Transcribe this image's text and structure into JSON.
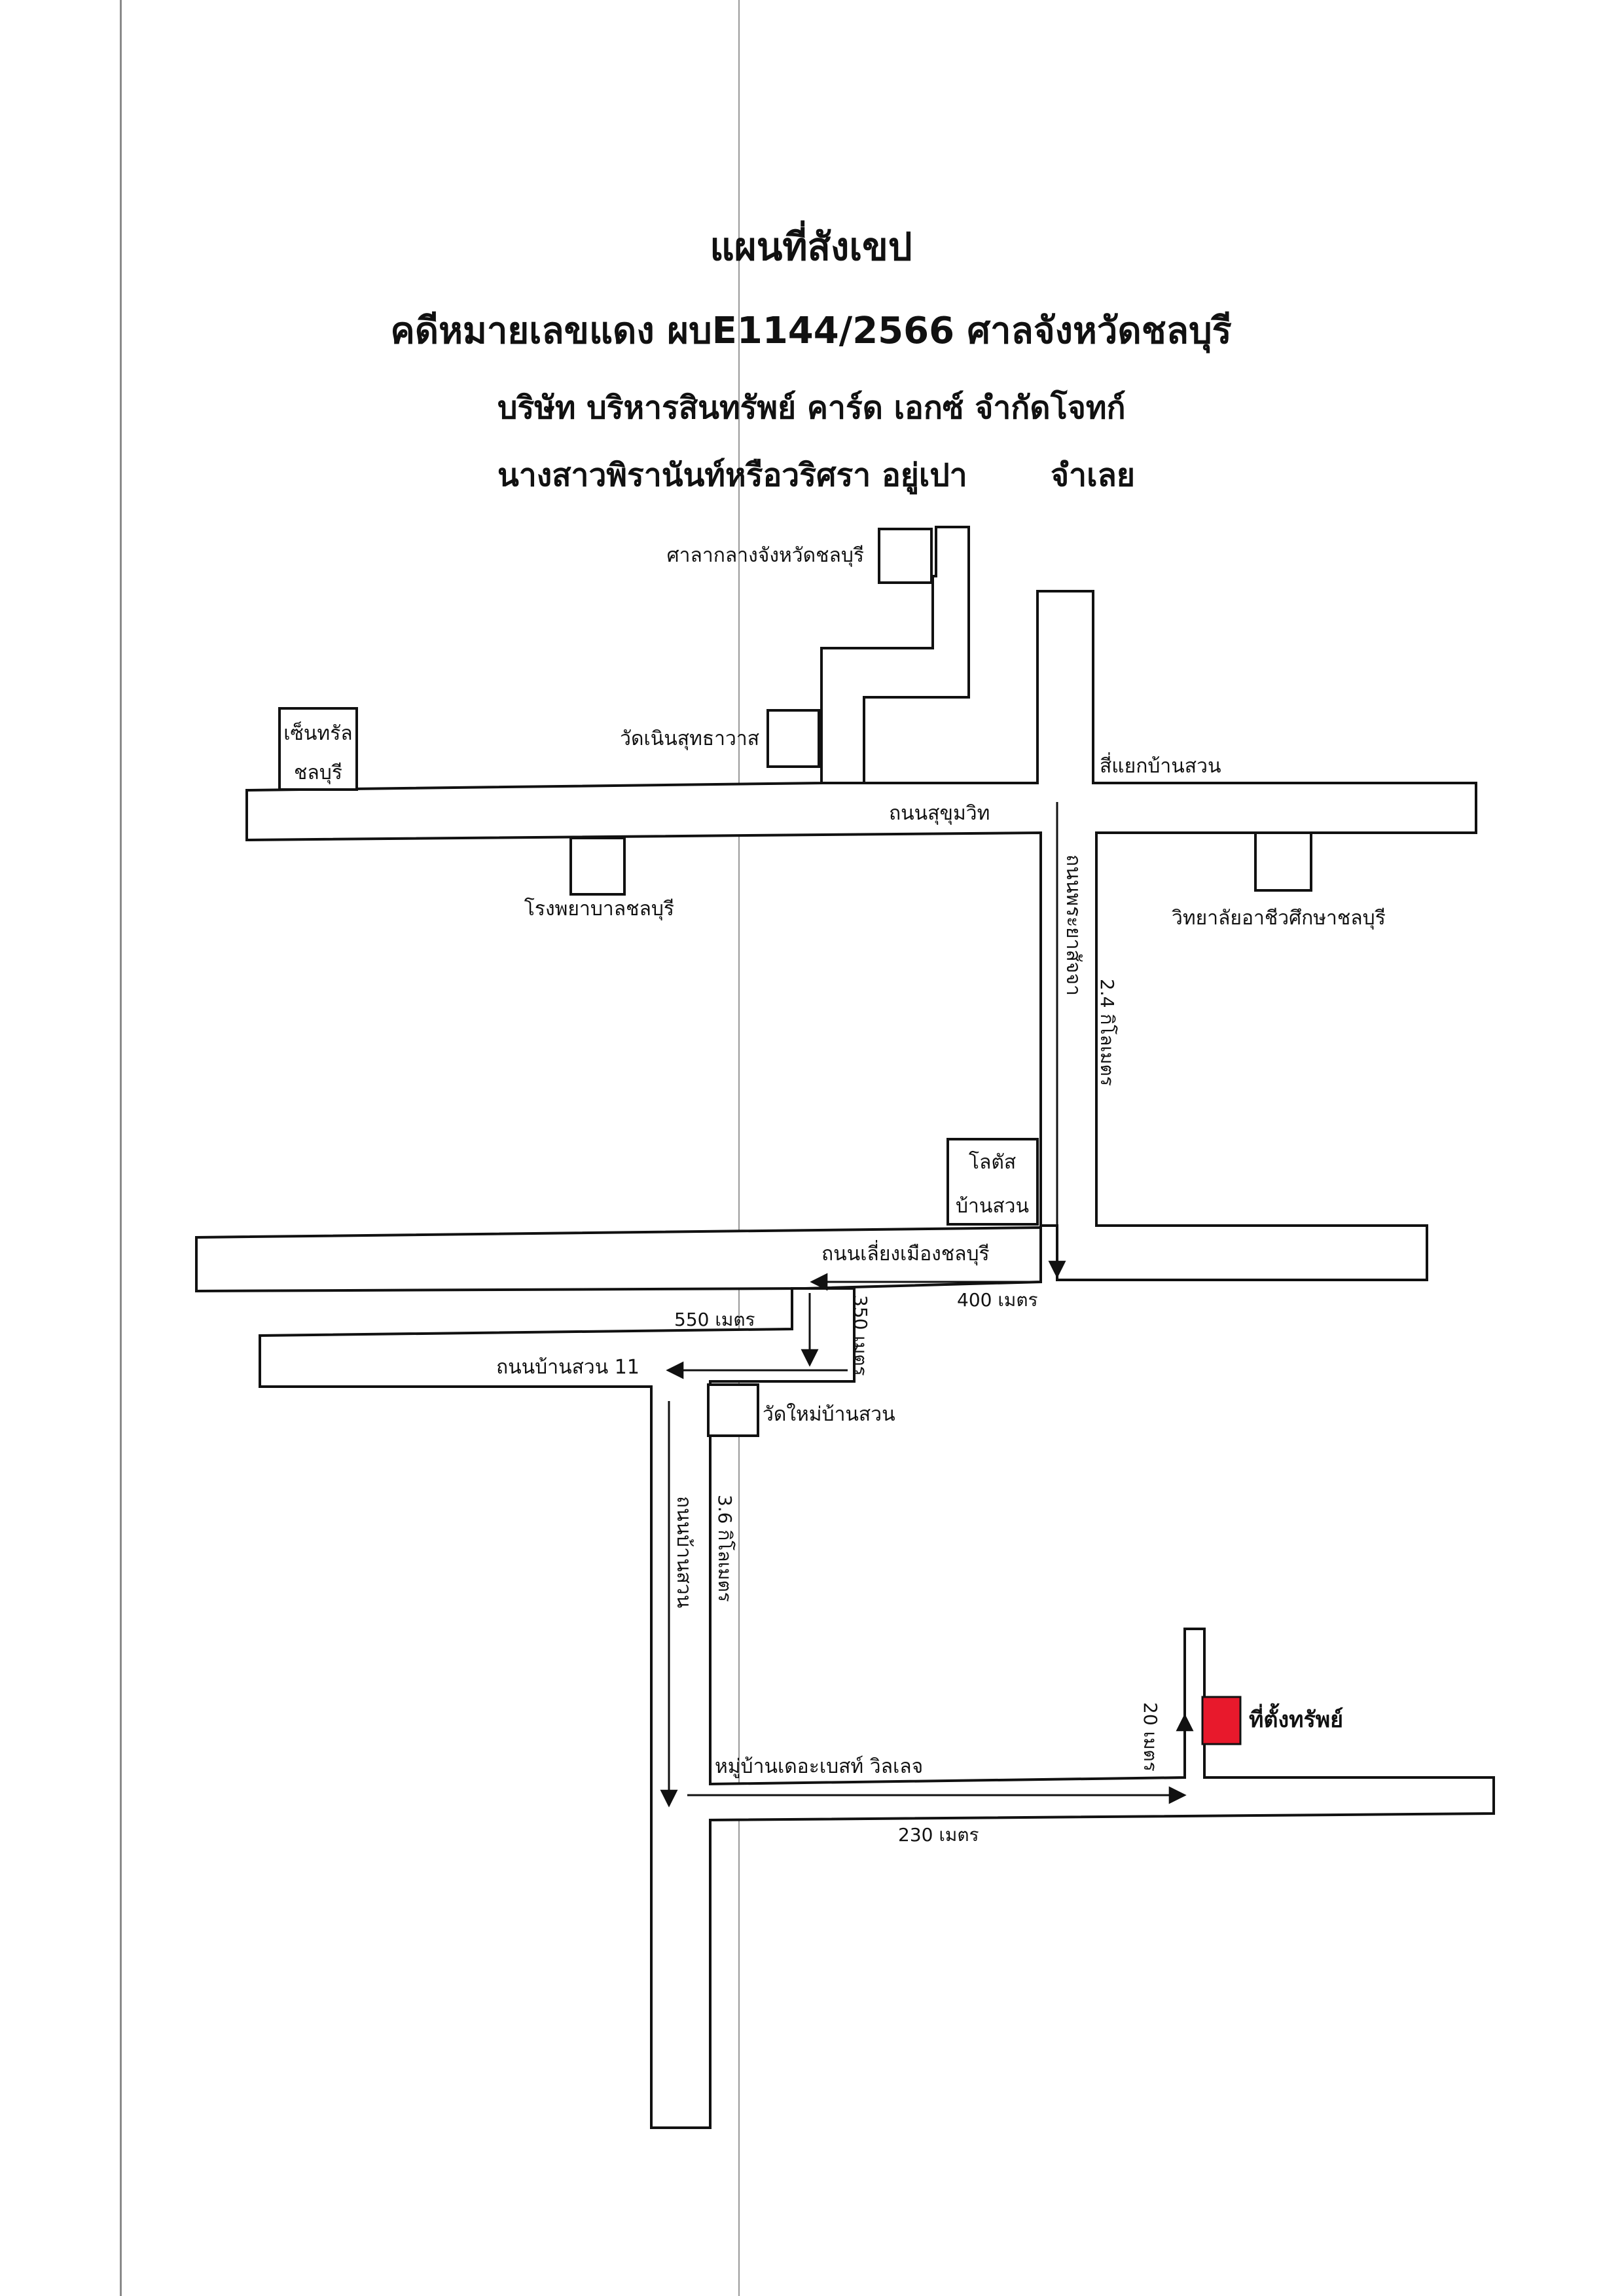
{
  "header": {
    "title": "แผนที่สังเขป",
    "case_line": "คดีหมายเลขแดง ผบE1144/2566 ศาลจังหวัดชลบุรี",
    "plaintiff_name": "บริษัท บริหารสินทรัพย์ คาร์ด เอกซ์ จำกัด",
    "plaintiff_role": "โจทก์",
    "defendant_name": "นางสาวพิรานันท์หรือวริศรา อยู่เปา",
    "defendant_role": "จำเลย"
  },
  "landmarks": {
    "provincial_court": "ศาลากลางจังหวัดชลบุรี",
    "central_line1": "เซ็นทรัล",
    "central_line2": "ชลบุรี",
    "wat_noen": "วัดเนินสุทธาวาส",
    "hospital": "โรงพยาบาลชลบุรี",
    "college": "วิทยาลัยอาชีวศึกษาชลบุรี",
    "lotus_line1": "โลตัส",
    "lotus_line2": "บ้านสวน",
    "wat_mai": "วัดใหม่บ้านสวน",
    "village": "หมู่บ้านเดอะเบสท์ วิลเลจ",
    "property": "ที่ตั้งทรัพย์"
  },
  "roads": {
    "sukhumvit": "ถนนสุขุมวิท",
    "intersection": "สี่แยกบ้านสวน",
    "vertical_road": "ถนนพระยาสัจจา",
    "bypass": "ถนนเลี่ยงเมืองชลบุรี",
    "ban_suan_11": "ถนนบ้านสวน 11",
    "lower_vertical": "ถนนบ้านสวน"
  },
  "distances": {
    "d_2_4km": "2.4 กิโลเมตร",
    "d_400m": "400 เมตร",
    "d_550m": "550 เมตร",
    "d_350m": "350 เมตร",
    "d_3_6km": "3.6 กิโลเมตร",
    "d_230m": "230 เมตร",
    "d_20m": "20 เมตร"
  },
  "colors": {
    "property_marker": "#e8192c",
    "line": "#111111"
  }
}
